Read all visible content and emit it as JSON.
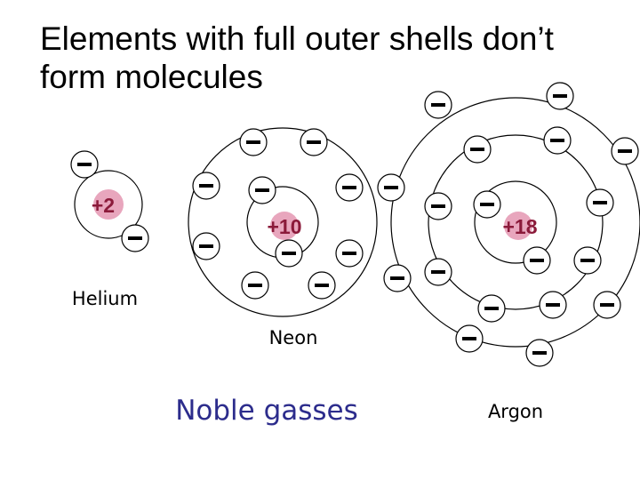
{
  "title": {
    "line1": "Elements with full outer shells don’t",
    "line2": "form molecules"
  },
  "colors": {
    "background": "#ffffff",
    "electron": "#000000",
    "shell": "#000000",
    "nucleus_fill": "#e8a6bd",
    "charge_text": "#8b1a3a",
    "caption_text": "#2c2c8c"
  },
  "atoms": [
    {
      "name": "Helium",
      "nucleus_charge": "+2",
      "shells": [
        2
      ]
    },
    {
      "name": "Neon",
      "nucleus_charge": "+10",
      "shells": [
        2,
        8
      ]
    },
    {
      "name": "Argon",
      "nucleus_charge": "+18",
      "shells": [
        2,
        8,
        8
      ]
    }
  ],
  "caption": "Noble gasses"
}
